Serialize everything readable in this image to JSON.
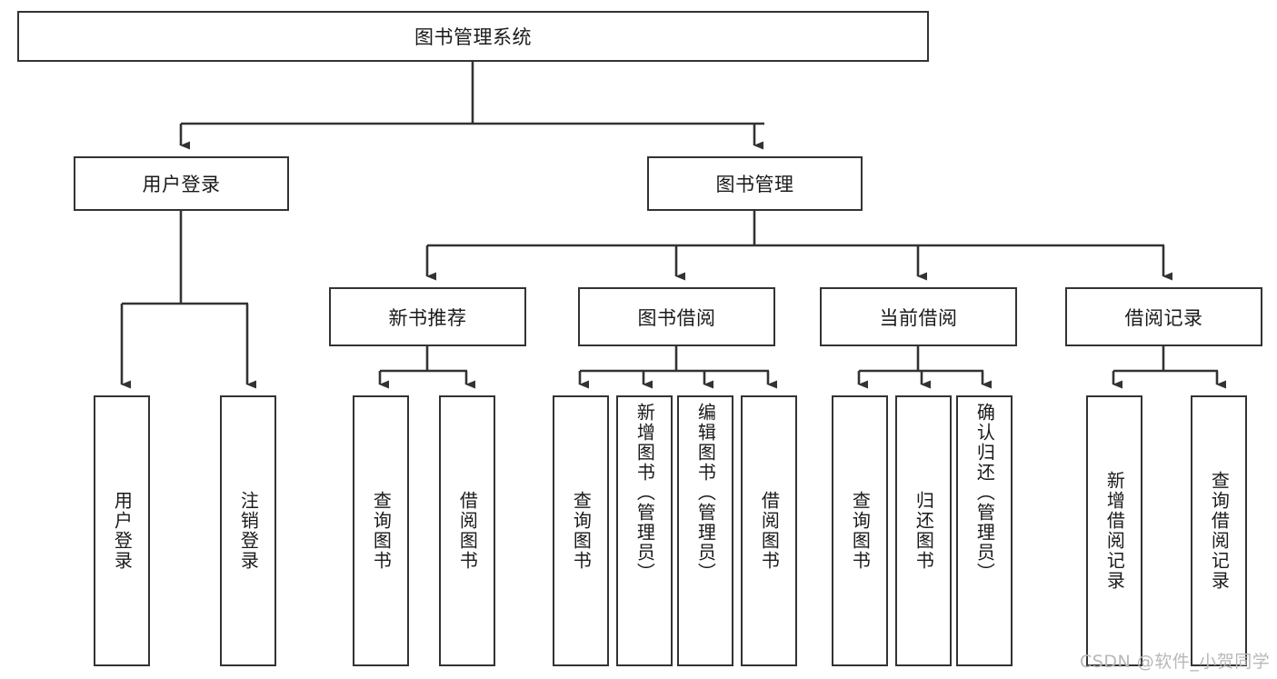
{
  "diagram": {
    "type": "tree",
    "title": "图书管理系统",
    "root": {
      "label": "图书管理系统"
    },
    "level2": [
      {
        "label": "用户登录"
      },
      {
        "label": "图书管理"
      }
    ],
    "level3": [
      {
        "label": "新书推荐"
      },
      {
        "label": "图书借阅"
      },
      {
        "label": "当前借阅"
      },
      {
        "label": "借阅记录"
      }
    ],
    "leaves": {
      "user_login": [
        {
          "label": "用户登录"
        },
        {
          "label": "注销登录"
        }
      ],
      "new_book_recommend": [
        {
          "label": "查询图书"
        },
        {
          "label": "借阅图书"
        }
      ],
      "book_borrow": [
        {
          "label": "查询图书"
        },
        {
          "label": "新增图书（管理员）"
        },
        {
          "label": "编辑图书（管理员）"
        },
        {
          "label": "借阅图书"
        }
      ],
      "current_borrow": [
        {
          "label": "查询图书"
        },
        {
          "label": "归还图书"
        },
        {
          "label": "确认归还（管理员）"
        }
      ],
      "borrow_record": [
        {
          "label": "新增借阅记录"
        },
        {
          "label": "查询借阅记录"
        }
      ]
    }
  },
  "watermark": {
    "text": "CSDN @软件_小贺同学"
  },
  "colors": {
    "border": "#333333",
    "background": "#ffffff",
    "text": "#1a1a1a",
    "watermark": "#b8b8b8"
  }
}
